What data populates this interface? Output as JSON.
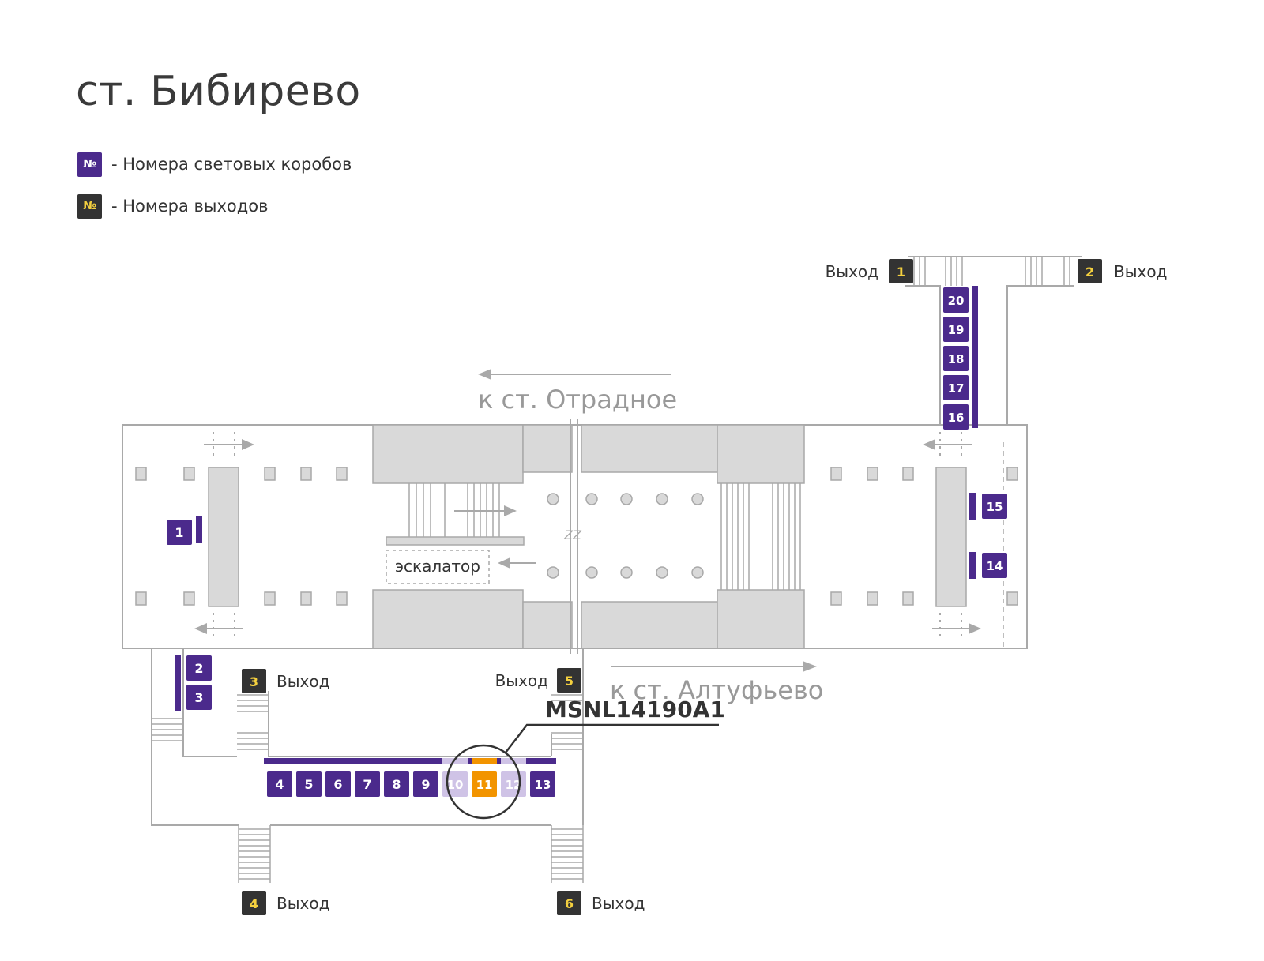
{
  "title": "ст. Бибирево",
  "legend": {
    "boxes_symbol": "№",
    "boxes_text": "- Номера световых коробов",
    "exits_symbol": "№",
    "exits_text": "- Номера выходов"
  },
  "colors": {
    "box_purple": "#4b2a8c",
    "box_light": "#cfc3e6",
    "box_highlight": "#f29400",
    "exit_dark": "#333333",
    "exit_yellow": "#f4d03f",
    "wall": "#a9a9a9",
    "fill_gray": "#d9d9d9"
  },
  "directions": {
    "north": "к ст. Отрадное",
    "south": "к ст. Алтуфьево"
  },
  "escalator_label": "эскалатор",
  "exit_word": "Выход",
  "exits": [
    {
      "num": "1",
      "label": "Выход"
    },
    {
      "num": "2",
      "label": "Выход"
    },
    {
      "num": "3",
      "label": "Выход"
    },
    {
      "num": "4",
      "label": "Выход"
    },
    {
      "num": "5",
      "label": "Выход"
    },
    {
      "num": "6",
      "label": "Выход"
    }
  ],
  "light_boxes": [
    {
      "num": "1",
      "state": "normal"
    },
    {
      "num": "2",
      "state": "normal"
    },
    {
      "num": "3",
      "state": "normal"
    },
    {
      "num": "4",
      "state": "normal"
    },
    {
      "num": "5",
      "state": "normal"
    },
    {
      "num": "6",
      "state": "normal"
    },
    {
      "num": "7",
      "state": "normal"
    },
    {
      "num": "8",
      "state": "normal"
    },
    {
      "num": "9",
      "state": "normal"
    },
    {
      "num": "10",
      "state": "dimmed"
    },
    {
      "num": "11",
      "state": "selected"
    },
    {
      "num": "12",
      "state": "dimmed"
    },
    {
      "num": "13",
      "state": "normal"
    },
    {
      "num": "14",
      "state": "normal"
    },
    {
      "num": "15",
      "state": "normal"
    },
    {
      "num": "16",
      "state": "normal"
    },
    {
      "num": "17",
      "state": "normal"
    },
    {
      "num": "18",
      "state": "normal"
    },
    {
      "num": "19",
      "state": "normal"
    },
    {
      "num": "20",
      "state": "normal"
    }
  ],
  "callout_code": "MSNL14190A1"
}
